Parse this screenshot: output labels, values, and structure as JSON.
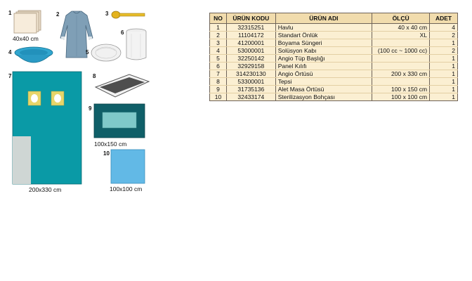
{
  "items": [
    {
      "no": "1",
      "caption": "40x40 cm"
    },
    {
      "no": "2",
      "caption": ""
    },
    {
      "no": "3",
      "caption": ""
    },
    {
      "no": "4",
      "caption": ""
    },
    {
      "no": "5",
      "caption": ""
    },
    {
      "no": "6",
      "caption": ""
    },
    {
      "no": "7",
      "caption": "200x330 cm"
    },
    {
      "no": "8",
      "caption": ""
    },
    {
      "no": "9",
      "caption": "100x150 cm"
    },
    {
      "no": "10",
      "caption": "100x100 cm"
    }
  ],
  "table": {
    "headers": {
      "no": "NO",
      "code": "ÜRÜN KODU",
      "name": "ÜRÜN ADI",
      "size": "ÖLÇÜ",
      "qty": "ADET"
    },
    "rows": [
      {
        "no": "1",
        "code": "32315251",
        "name": "Havlu",
        "size": "40 x 40 cm",
        "qty": "4"
      },
      {
        "no": "2",
        "code": "11104172",
        "name": "Standart Önlük",
        "size": "XL",
        "qty": "2"
      },
      {
        "no": "3",
        "code": "41200001",
        "name": "Boyama Süngeri",
        "size": "",
        "qty": "1"
      },
      {
        "no": "4",
        "code": "53000001",
        "name": "Solüsyon Kabı",
        "size": "(100 cc ~ 1000 cc)",
        "qty": "2"
      },
      {
        "no": "5",
        "code": "32250142",
        "name": "Angio Tüp Başlığı",
        "size": "",
        "qty": "1"
      },
      {
        "no": "6",
        "code": "32929158",
        "name": "Panel Kılıfı",
        "size": "",
        "qty": "1"
      },
      {
        "no": "7",
        "code": "314230130",
        "name": "Angio Örtüsü",
        "size": "200 x 330 cm",
        "qty": "1"
      },
      {
        "no": "8",
        "code": "53300001",
        "name": "Tepsi",
        "size": "",
        "qty": "1"
      },
      {
        "no": "9",
        "code": "31735136",
        "name": "Alet Masa Örtüsü",
        "size": "100 x 150 cm",
        "qty": "1"
      },
      {
        "no": "10",
        "code": "32433174",
        "name": "Sterilizasyon Bohçası",
        "size": "100 x 100 cm",
        "qty": "1"
      }
    ]
  }
}
